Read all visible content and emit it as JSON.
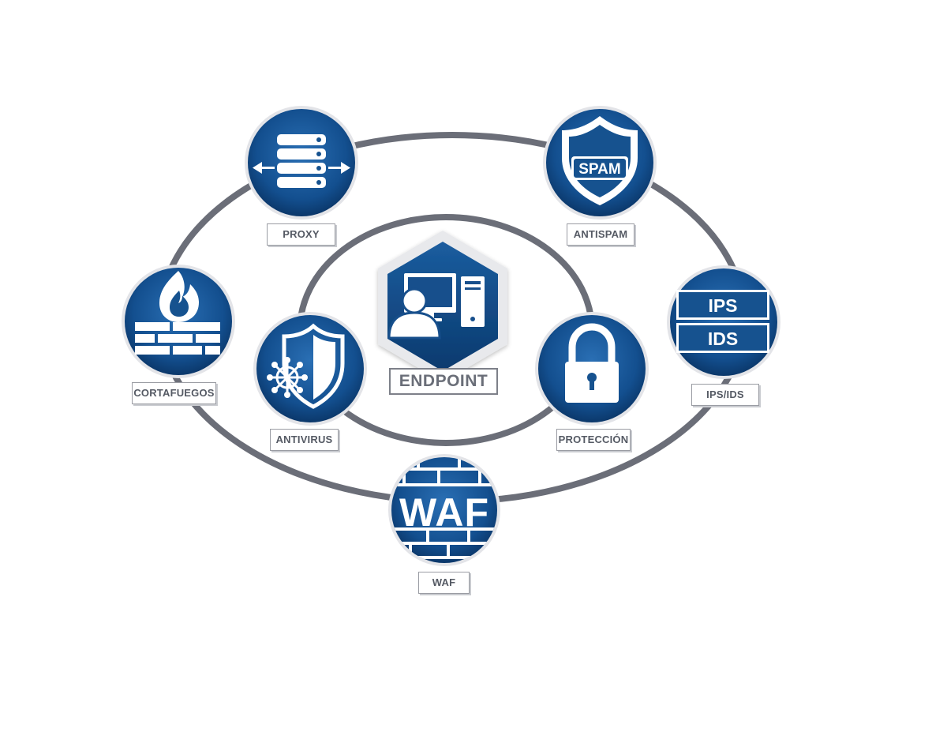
{
  "colors": {
    "ring": "#6b6e78",
    "node_dark": "#0b3a6e",
    "node_light": "#1f63a8",
    "icon": "#ffffff",
    "label_text": "#555a64"
  },
  "nodes": {
    "proxy": {
      "label": "PROXY",
      "icon": "server-arrows-icon"
    },
    "antispam": {
      "label": "ANTISPAM",
      "icon": "spam-shield-icon",
      "badge": "SPAM"
    },
    "cortafuegos": {
      "label": "CORTAFUEGOS",
      "icon": "firewall-flame-icon"
    },
    "ips_ids": {
      "label": "IPS/IDS",
      "icon": "ips-ids-icon",
      "badge_top": "IPS",
      "badge_bottom": "IDS"
    },
    "antivirus": {
      "label": "ANTIVIRUS",
      "icon": "virus-shield-icon"
    },
    "proteccion": {
      "label": "PROTECCIÓN",
      "icon": "padlock-icon"
    },
    "waf": {
      "label": "WAF",
      "icon": "waf-wall-icon",
      "badge": "WAF"
    },
    "endpoint": {
      "label": "ENDPOINT",
      "icon": "user-computer-icon"
    }
  }
}
